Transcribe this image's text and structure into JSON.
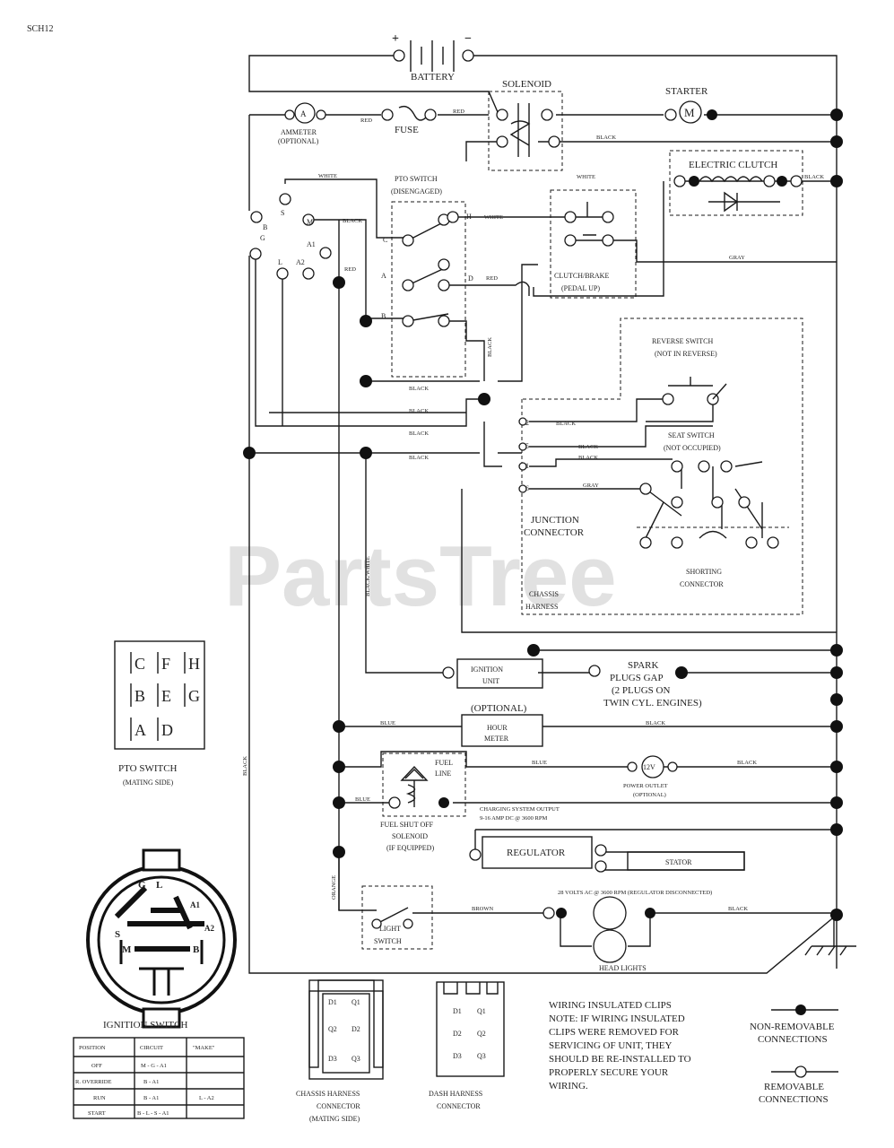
{
  "sheet_code": "SCH12",
  "watermark": "PartsTree",
  "battery": {
    "label": "BATTERY",
    "plus": "+",
    "minus": "−"
  },
  "solenoid": "SOLENOID",
  "starter": {
    "label": "STARTER",
    "symbol": "M"
  },
  "ammeter": {
    "label": "AMMETER",
    "note": "(OPTIONAL)",
    "symbol": "A"
  },
  "fuse": "FUSE",
  "electric_clutch": "ELECTRIC CLUTCH",
  "pto_switch": {
    "label": "PTO SWITCH",
    "state": "(DISENGAGED)",
    "contacts": [
      "C",
      "A",
      "B",
      "H",
      "D"
    ]
  },
  "clutch_brake": {
    "label": "CLUTCH/BRAKE",
    "state": "(PEDAL UP)"
  },
  "reverse_switch": {
    "label": "REVERSE SWITCH",
    "state": "(NOT IN REVERSE)"
  },
  "seat_switch": {
    "label": "SEAT SWITCH",
    "state": "(NOT OCCUPIED)"
  },
  "junction_connector": {
    "label1": "JUNCTION",
    "label2": "CONNECTOR",
    "pins": [
      "2",
      "5",
      "1",
      "6"
    ]
  },
  "shorting_connector": {
    "label1": "SHORTING",
    "label2": "CONNECTOR"
  },
  "chassis_harness": {
    "label1": "CHASSIS",
    "label2": "HARNESS"
  },
  "ignition_unit": {
    "label1": "IGNITION",
    "label2": "UNIT"
  },
  "spark_plugs": {
    "line1": "SPARK",
    "line2": "PLUGS GAP",
    "line3": "(2 PLUGS ON",
    "line4": "TWIN CYL. ENGINES)"
  },
  "hour_meter": {
    "optional": "(OPTIONAL)",
    "label1": "HOUR",
    "label2": "METER"
  },
  "fuel_line": {
    "label1": "FUEL",
    "label2": "LINE"
  },
  "power_outlet": {
    "symbol": "12V",
    "label": "POWER OUTLET",
    "note": "(OPTIONAL)"
  },
  "fuel_shutoff": {
    "label1": "FUEL SHUT OFF",
    "label2": "SOLENOID",
    "label3": "(IF EQUIPPED)"
  },
  "charging_note": {
    "line1": "CHARGING SYSTEM OUTPUT",
    "line2": "9-16 AMP DC @ 3600 RPM"
  },
  "regulator": "REGULATOR",
  "stator": "STATOR",
  "ac_note": "28 VOLTS AC @ 3600 RPM (REGULATOR DISCONNECTED)",
  "light_switch": {
    "label1": "LIGHT",
    "label2": "SWITCH"
  },
  "head_lights": "HEAD LIGHTS",
  "ignition_terminals": [
    "S",
    "M",
    "A1",
    "A2",
    "L",
    "G",
    "B"
  ],
  "wires": {
    "red": "RED",
    "white": "WHITE",
    "black": "BLACK",
    "gray": "GRAY",
    "blue": "BLUE",
    "brown": "BROWN",
    "orange": "ORANGE",
    "black_white": "BLACK/WHITE"
  },
  "pto_mating": {
    "caption": "PTO SWITCH",
    "sub": "(MATING SIDE)",
    "rows": [
      [
        "C",
        "F",
        "H"
      ],
      [
        "B",
        "E",
        "G"
      ],
      [
        "A",
        "D",
        ""
      ]
    ]
  },
  "ignition_switch": {
    "caption": "IGNITION SWITCH",
    "face_labels": [
      "G",
      "L",
      "A1",
      "A2",
      "S",
      "M",
      "B"
    ],
    "table": {
      "headers": [
        "POSITION",
        "CIRCUIT",
        "\"MAKE\""
      ],
      "rows": [
        [
          "OFF",
          "M - G - A1",
          ""
        ],
        [
          "R. OVERRIDE",
          "B - A1",
          ""
        ],
        [
          "RUN",
          "B - A1",
          "L - A2"
        ],
        [
          "START",
          "B - L - S - A1",
          ""
        ]
      ]
    }
  },
  "chassis_connector": {
    "pins": [
      "D1",
      "Q1",
      "Q2",
      "D2",
      "D3",
      "Q3"
    ],
    "label1": "CHASSIS HARNESS",
    "label2": "CONNECTOR",
    "label3": "(MATING SIDE)"
  },
  "dash_connector": {
    "pins": [
      "D1",
      "Q1",
      "D2",
      "Q2",
      "D3",
      "Q3"
    ],
    "label1": "DASH HARNESS",
    "label2": "CONNECTOR"
  },
  "note": {
    "lines": [
      "WIRING INSULATED CLIPS",
      "NOTE: IF WIRING INSULATED",
      "CLIPS WERE REMOVED FOR",
      "SERVICING OF UNIT, THEY",
      "SHOULD BE RE-INSTALLED TO",
      "PROPERLY SECURE YOUR",
      "WIRING."
    ]
  },
  "legend": {
    "non_removable_1": "NON-REMOVABLE",
    "non_removable_2": "CONNECTIONS",
    "removable_1": "REMOVABLE",
    "removable_2": "CONNECTIONS"
  }
}
